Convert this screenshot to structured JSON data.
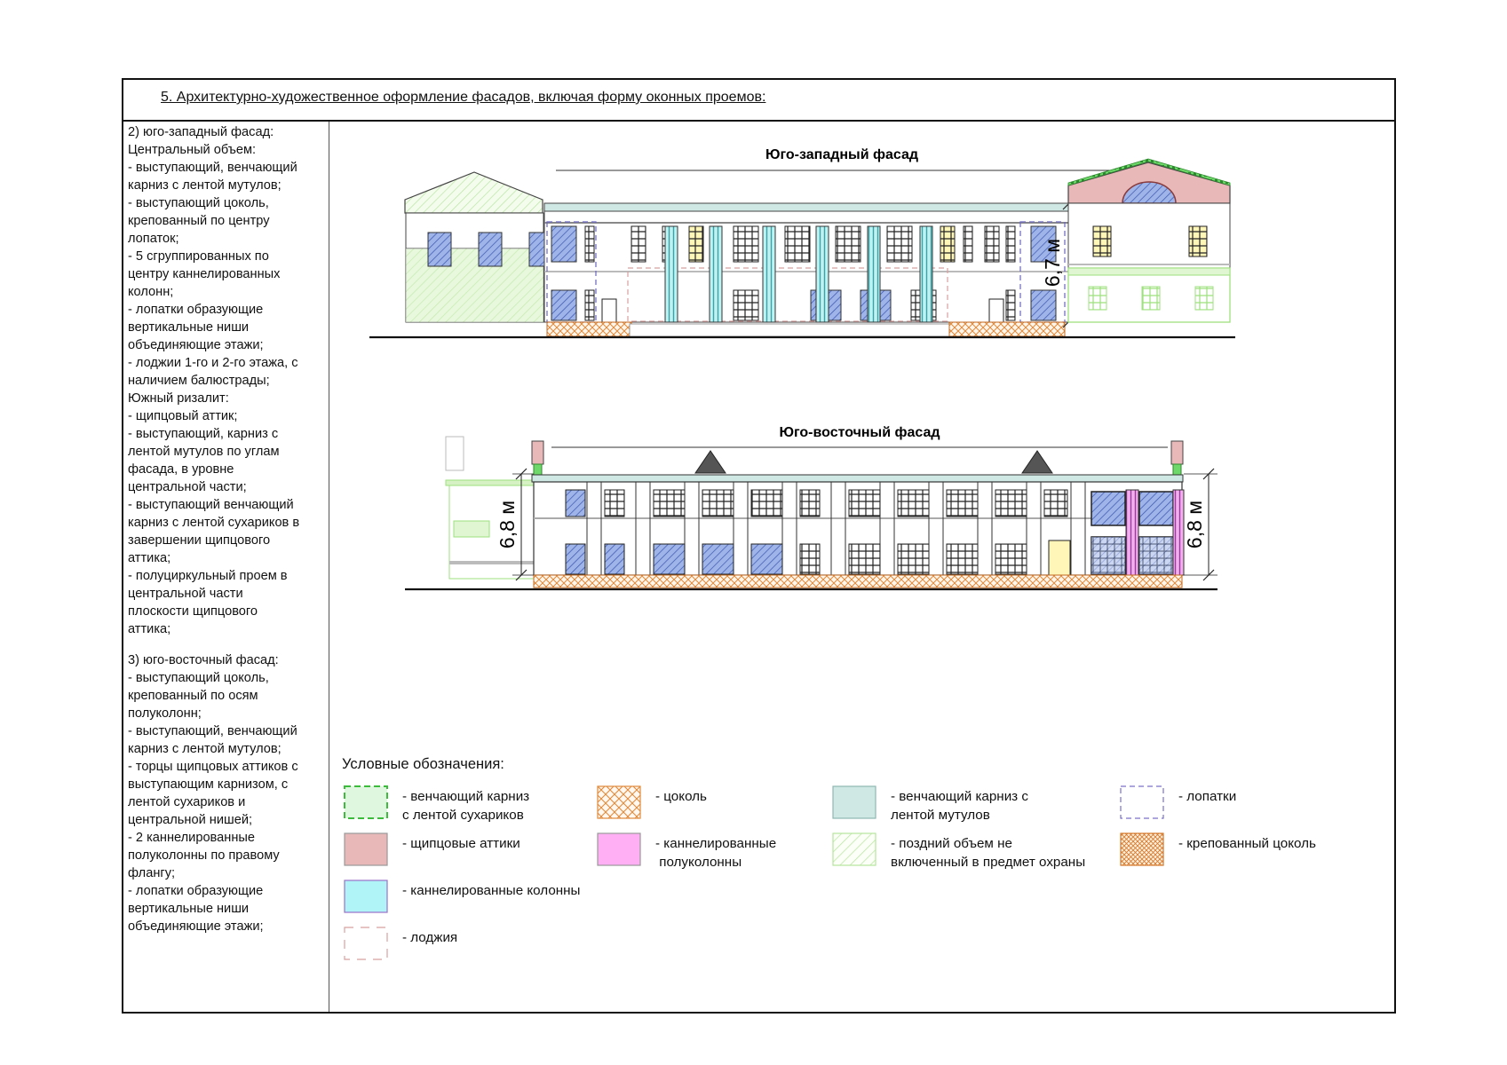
{
  "page": {
    "title": "5. Архитектурно-художественное оформление фасадов, включая форму оконных проемов:"
  },
  "descriptions": {
    "southwest": "2) юго-западный фасад:\nЦентральный объем:\n- выступающий, венчающий\nкарниз с лентой мутулов;\n- выступающий цоколь,\nкрепованный по центру\nлопаток;\n- 5 сгруппированных по\nцентру каннелированных\nколонн;\n- лопатки образующие\nвертикальные ниши\nобъединяющие этажи;\n- лоджии 1-го и 2-го этажа, с\nналичием балюстрады;\nЮжный ризалит:\n- щипцовый аттик;\n- выступающий, карниз с\nлентой мутулов по углам\nфасада, в уровне\nцентральной части;\n- выступающий венчающий\nкарниз с лентой сухариков в\nзавершении щипцового\nаттика;\n- полуциркульный проем в\nцентральной части\nплоскости щипцового\nаттика;",
    "southeast": "3) юго-восточный фасад:\n- выступающий цоколь,\nкрепованный по осям\nполуколонн;\n- выступающий, венчающий\nкарниз с лентой мутулов;\n- торцы щипцовых аттиков с\nвыступающим карнизом, с\nлентой сухариков и\nцентральной нишей;\n- 2 каннелированные\nполуколонны по правому\nфлангу;\n- лопатки образующие\nвертикальные ниши\nобъединяющие этажи;"
  },
  "drawings": {
    "southwest_title": "Юго-западный фасад",
    "southwest_height": "6,7 м",
    "southeast_title": "Юго-восточный фасад",
    "southeast_height_left": "6,8 м",
    "southeast_height_right": "6,8 м"
  },
  "legend": {
    "title": "Условные обозначения:",
    "items": [
      {
        "label": "- венчающий карниз\nс лентой сухариков",
        "color": "#8fe08f"
      },
      {
        "label": "- цоколь",
        "color": "#f0a060"
      },
      {
        "label": "- венчающий карниз с\nлентой мутулов",
        "color": "#cfe8e4"
      },
      {
        "label": "- лопатки",
        "color": "#8a80d0"
      },
      {
        "label": "- щипцовые аттики",
        "color": "#e8b8b8"
      },
      {
        "label": "- каннелированные\n полуколонны",
        "color": "#ffb0f4"
      },
      {
        "label": "- поздний объем не\nвключенный в предмет охраны",
        "color": "#c8efb0"
      },
      {
        "label": "- крепованный цоколь",
        "color": "#f0a060"
      },
      {
        "label": "- каннелированные колонны",
        "color": "#b0f4f8"
      },
      {
        "label": "- лоджия",
        "color": "#d8a0a0"
      }
    ]
  }
}
